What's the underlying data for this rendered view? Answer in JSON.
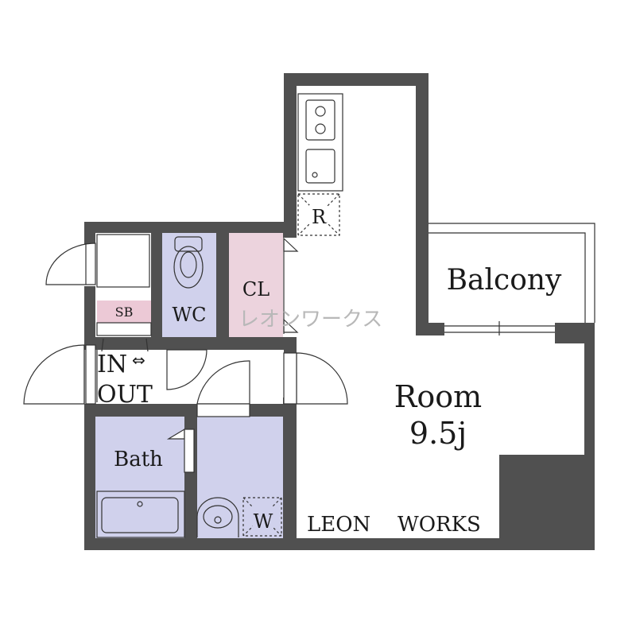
{
  "rooms": {
    "balcony": "Balcony",
    "room_name": "Room",
    "room_size": "9.5j",
    "wc": "WC",
    "closet": "CL",
    "shoe_box": "SB",
    "entrance_in": "IN",
    "entrance_arrow": "⇔",
    "entrance_out": "OUT",
    "bath": "Bath",
    "washer": "W",
    "refrigerator": "R"
  },
  "watermark": "レオンワークス",
  "brand": {
    "left": "LEON",
    "right": "WORKS"
  },
  "colors": {
    "wall": "#505050",
    "wet_area": "#d0d1ec",
    "closet": "#ecd3dd",
    "shoe_box": "#ecc9d6",
    "background": "#ffffff"
  }
}
